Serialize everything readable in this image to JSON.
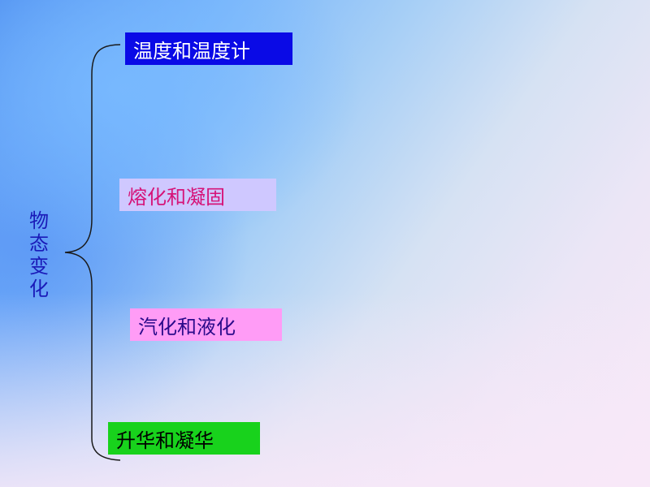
{
  "diagram": {
    "root_label": "物态变化",
    "topics": [
      {
        "label": "温度和温度计",
        "background": "#0a0ae6",
        "text_color": "#ffffff"
      },
      {
        "label": "熔化和凝固",
        "background": "#cfc8ff",
        "text_color": "#d61378"
      },
      {
        "label": "汽化和液化",
        "background": "#ff9cf6",
        "text_color": "#2a0a8a"
      },
      {
        "label": "升华和凝华",
        "background": "#18d21c",
        "text_color": "#000000"
      }
    ]
  }
}
